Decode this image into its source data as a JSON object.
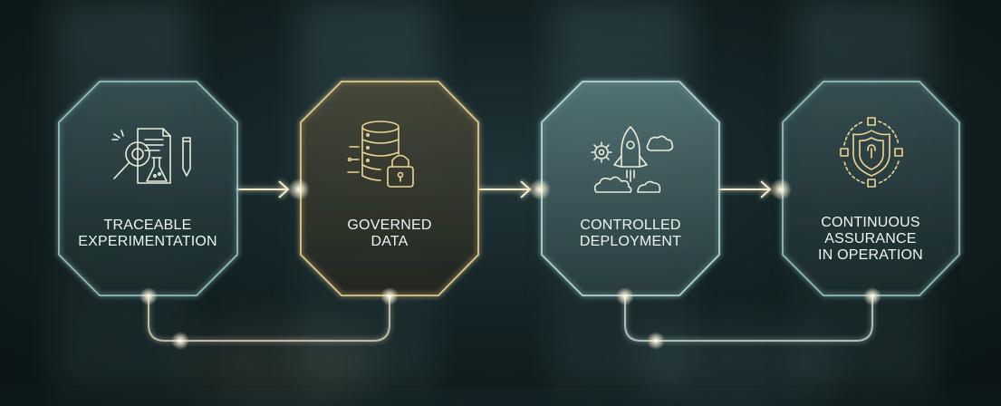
{
  "stages": [
    {
      "lines": [
        "TRACEABLE",
        "EXPERIMENTATION"
      ],
      "icon": "lab-research-icon",
      "accent": "#9fd2d0"
    },
    {
      "lines": [
        "GOVERNED",
        "DATA"
      ],
      "icon": "secure-database-icon",
      "accent": "#f0d592"
    },
    {
      "lines": [
        "CONTROLLED",
        "DEPLOYMENT"
      ],
      "icon": "rocket-deployment-icon",
      "accent": "#b7e3e0"
    },
    {
      "lines": [
        "CONTINUOUS",
        "ASSURANCE",
        "IN OPERATION"
      ],
      "icon": "shield-assurance-icon",
      "accent": "#9fd2d0"
    }
  ],
  "colors": {
    "teal": "#9fd2d0",
    "gold": "#f0d592",
    "arrow": "#f7ecc9"
  }
}
